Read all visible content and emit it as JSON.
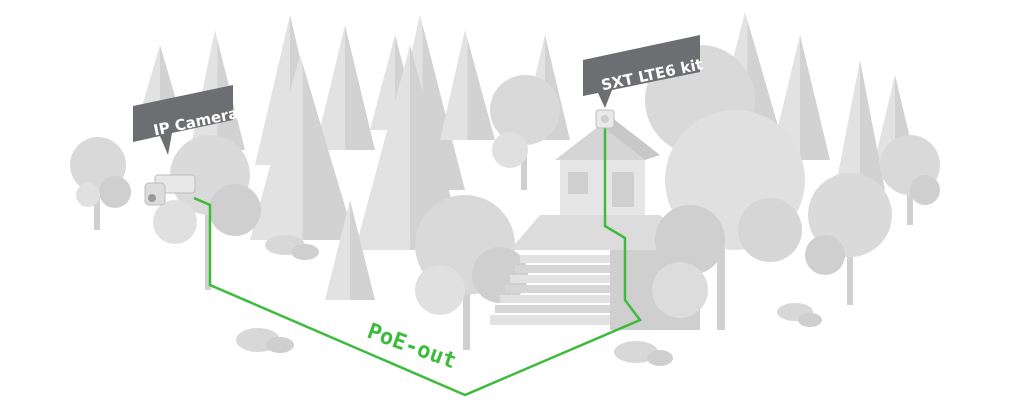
{
  "labels": {
    "ip_camera": "IP Camera",
    "sxt_kit": "SXT LTE6 kit",
    "poe_out": "PoE-out"
  },
  "colors": {
    "cable": "#3dbb3d",
    "tag_bg": "#6d6e71",
    "tree_light": "#e4e4e4",
    "tree_mid": "#d6d6d6",
    "tree_dark": "#c6c6c6",
    "trunk": "#d0d0d0"
  },
  "icons": {
    "camera": "cctv-camera-icon",
    "antenna": "lte-antenna-icon"
  }
}
